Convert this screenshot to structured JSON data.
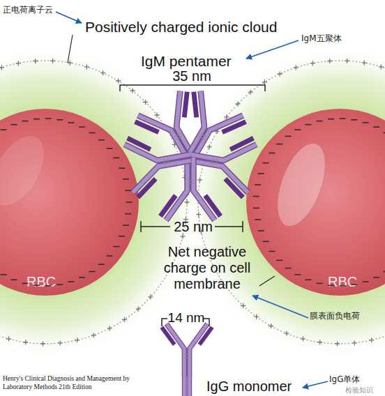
{
  "diagram": {
    "nodes": [
      {
        "text": [
          "RBC"
        ]
      },
      {
        "text": [
          "RBC"
        ]
      }
    ],
    "labels": [
      "正电荷离子云",
      "Positively charged ionic cloud",
      "IgM五聚体",
      "IgM pentamer",
      "35 nm",
      "25 nm",
      "Net negative charge on cell membrane",
      "膜表面负电荷",
      "14 nm",
      "IgG monomer",
      "IgG单体",
      "Henry's Clinical Diagnosis and Management by Laboratory Methods 21th Edition",
      "检验知识"
    ]
  }
}
